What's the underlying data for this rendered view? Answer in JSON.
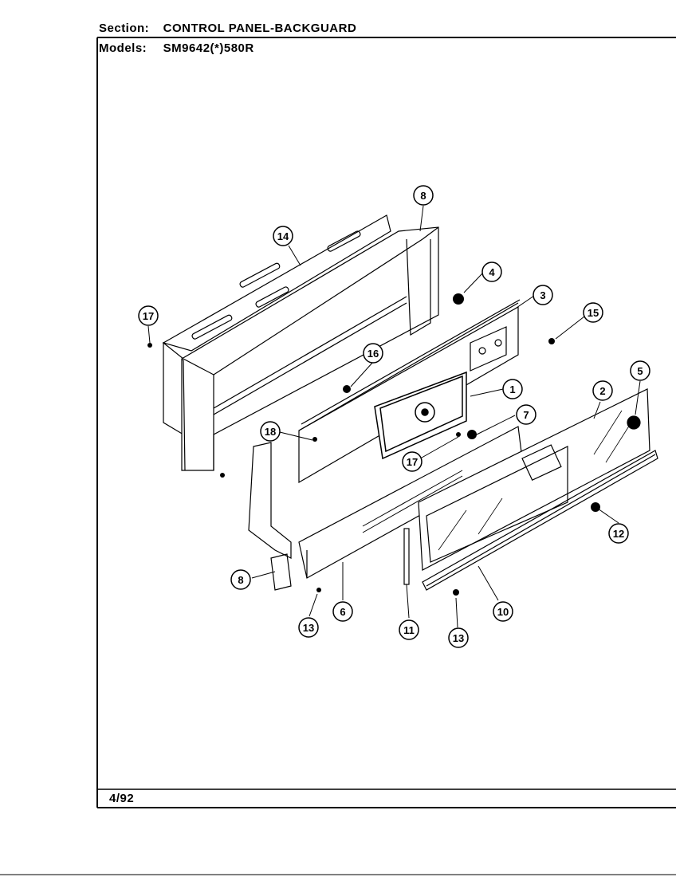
{
  "header": {
    "section_label": "Section:",
    "section_value": "CONTROL PANEL-BACKGUARD",
    "models_label": "Models:",
    "models_value": "SM9642(*)580R"
  },
  "footer": {
    "date": "4/92"
  },
  "callouts": [
    "1",
    "2",
    "3",
    "4",
    "5",
    "6",
    "7",
    "8",
    "8",
    "10",
    "11",
    "12",
    "13",
    "13",
    "14",
    "15",
    "16",
    "17",
    "17",
    "18"
  ]
}
